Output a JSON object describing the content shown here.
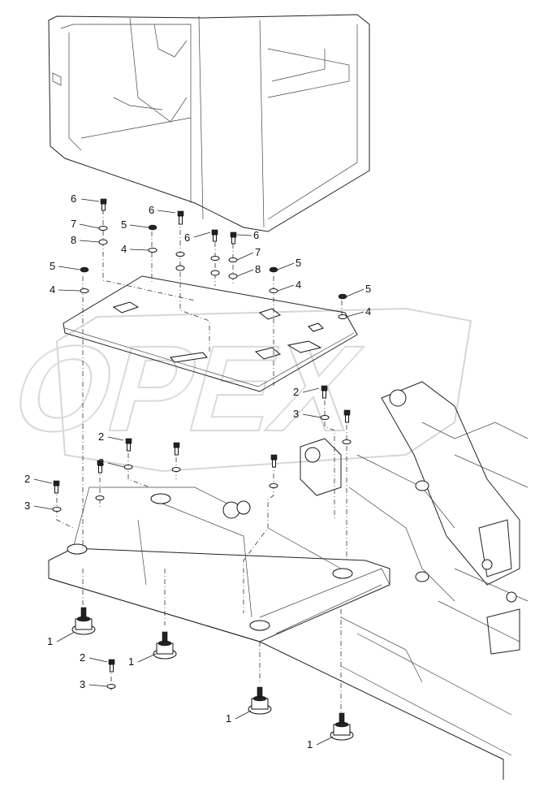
{
  "diagram": {
    "watermark_text": "OPEX",
    "callouts": [
      {
        "id": "c6a",
        "label": "6"
      },
      {
        "id": "c7a",
        "label": "7"
      },
      {
        "id": "c8a",
        "label": "8"
      },
      {
        "id": "c5a",
        "label": "5"
      },
      {
        "id": "c4a",
        "label": "4"
      },
      {
        "id": "c5b",
        "label": "5"
      },
      {
        "id": "c4b",
        "label": "4"
      },
      {
        "id": "c6b",
        "label": "6"
      },
      {
        "id": "c6c",
        "label": "6"
      },
      {
        "id": "c6d",
        "label": "6"
      },
      {
        "id": "c7b",
        "label": "7"
      },
      {
        "id": "c8b",
        "label": "8"
      },
      {
        "id": "c5c",
        "label": "5"
      },
      {
        "id": "c4c",
        "label": "4"
      },
      {
        "id": "c5d",
        "label": "5"
      },
      {
        "id": "c4d",
        "label": "4"
      },
      {
        "id": "c2a",
        "label": "2"
      },
      {
        "id": "c3a",
        "label": "3"
      },
      {
        "id": "c2b",
        "label": "2"
      },
      {
        "id": "c3b",
        "label": "3"
      },
      {
        "id": "c2c",
        "label": "2"
      },
      {
        "id": "c3c",
        "label": "3"
      },
      {
        "id": "c1a",
        "label": "1"
      },
      {
        "id": "c1b",
        "label": "1"
      },
      {
        "id": "c2d",
        "label": "2"
      },
      {
        "id": "c3d",
        "label": "3"
      },
      {
        "id": "c1c",
        "label": "1"
      },
      {
        "id": "c1d",
        "label": "1"
      }
    ]
  }
}
